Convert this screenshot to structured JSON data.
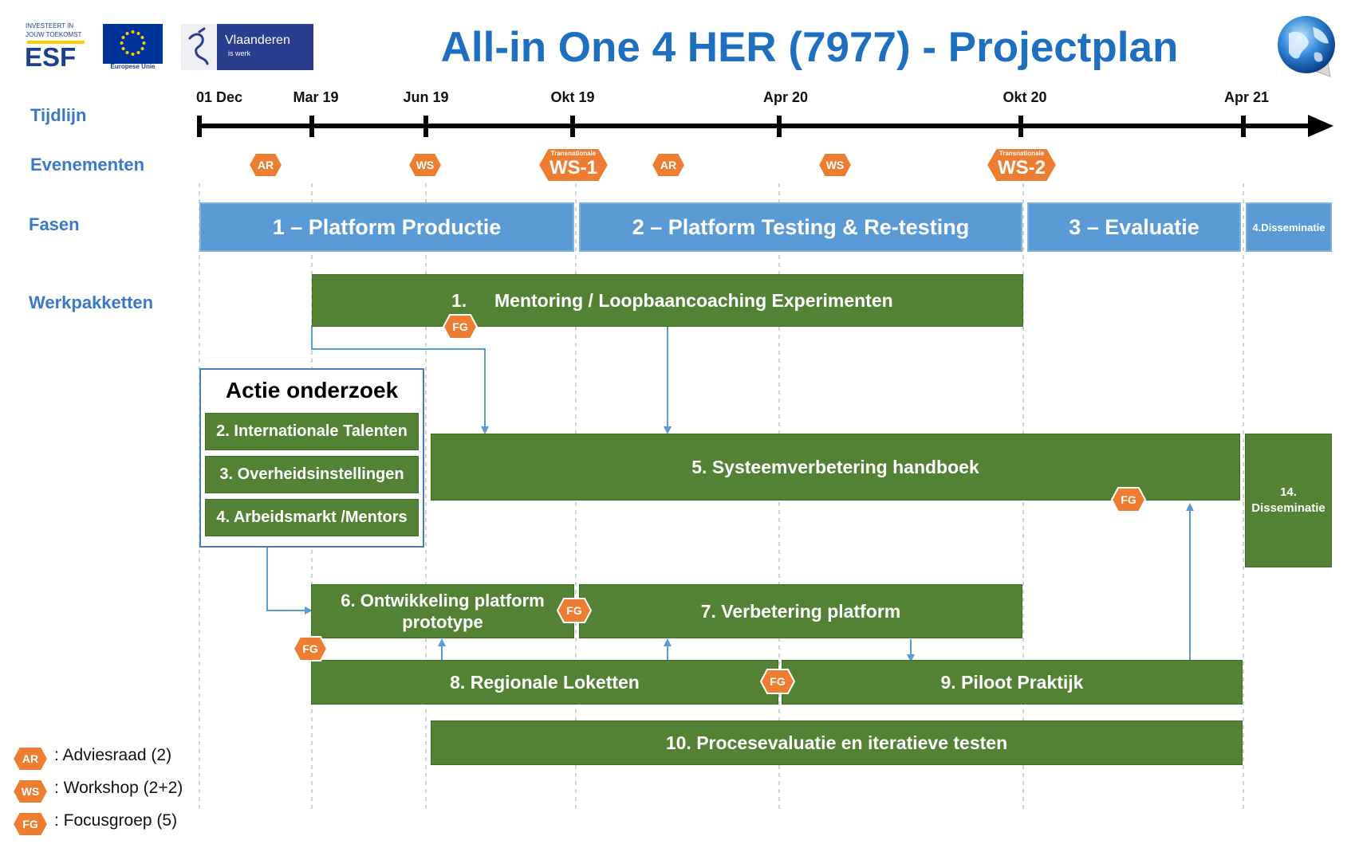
{
  "header": {
    "title": "All-in One 4 HER (7977) - Projectplan",
    "esf": {
      "line1": "INVESTEERT IN",
      "line2": "JOUW TOEKOMST",
      "mark": "ESF"
    },
    "eu": {
      "caption": "Europese Unie"
    },
    "vlaanderen": {
      "name": "Vlaanderen",
      "tagline": "is werk"
    }
  },
  "rows": {
    "tijdlijn": "Tijdlijn",
    "evenementen": "Evenementen",
    "fasen": "Fasen",
    "werkpakketten": "Werkpakketten"
  },
  "timeline": {
    "labels": [
      "01 Dec",
      "Mar 19",
      "Jun 19",
      "Okt 19",
      "Apr 20",
      "Okt 20",
      "Apr 21"
    ]
  },
  "events": {
    "ar1": "AR",
    "ws1": "WS",
    "tws1": {
      "small": "Transnationale",
      "big": "WS-1"
    },
    "ar2": "AR",
    "ws2": "WS",
    "tws2": {
      "small": "Transnationale",
      "big": "WS-2"
    }
  },
  "phases": {
    "p1": "1 – Platform Productie",
    "p2": "2 – Platform Testing & Re-testing",
    "p3": "3 – Evaluatie",
    "p4": "4.Disseminatie"
  },
  "workpackages": {
    "wp1_num": "1.",
    "wp1": "Mentoring / Loopbaancoaching Experimenten",
    "actie_title": "Actie onderzoek",
    "wp2": "2. Internationale Talenten",
    "wp3": "3. Overheidsinstellingen",
    "wp4": "4. Arbeidsmarkt /Mentors",
    "wp5": "5. Systeemverbetering handboek",
    "wp14": "14. Disseminatie",
    "wp6": "6. Ontwikkeling platform prototype",
    "wp7": "7. Verbetering platform",
    "wp8": "8. Regionale Loketten",
    "wp9": "9. Piloot Praktijk",
    "wp10": "10. Procesevaluatie en iteratieve testen"
  },
  "focusgroups": {
    "fg": "FG"
  },
  "legend": {
    "ar_code": "AR",
    "ar_text": ": Adviesraad (2)",
    "ws_code": "WS",
    "ws_text": ": Workshop (2+2)",
    "fg_code": "FG",
    "fg_text": ": Focusgroep (5)"
  },
  "colors": {
    "title": "#1f6fc0",
    "row_labels": "#3a78c9",
    "phase": "#5b9bd5",
    "workpackage": "#548235",
    "badge": "#ed7d31",
    "connector": "#5b9bd5",
    "eu_blue": "#003399",
    "eu_star": "#ffcc00",
    "vlaanderen": "#2a3d8f"
  },
  "icons": [
    "globe-icon",
    "lion-icon",
    "eu-flag-icon"
  ]
}
